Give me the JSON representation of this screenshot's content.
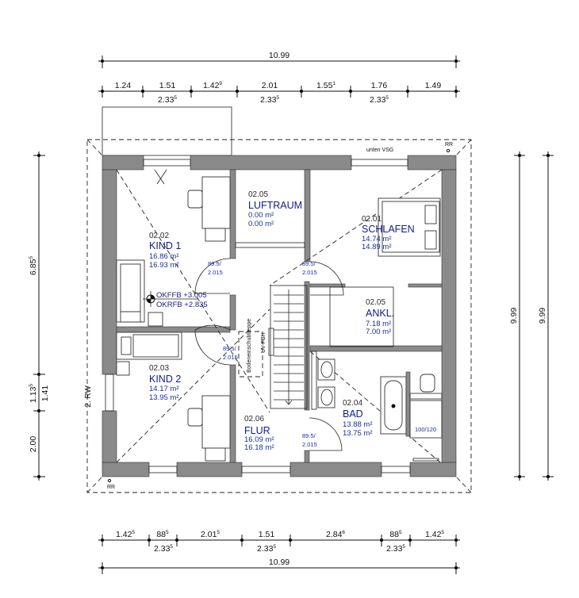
{
  "dimensions": {
    "top_total": "10.99",
    "top_segments": [
      {
        "main": "1.24",
        "sup": ""
      },
      {
        "main": "1.51",
        "sup": ""
      },
      {
        "main": "1.42",
        "sup": "9"
      },
      {
        "main": "2.01",
        "sup": ""
      },
      {
        "main": "1.55",
        "sup": "1"
      },
      {
        "main": "1.76",
        "sup": ""
      },
      {
        "main": "1.49",
        "sup": ""
      }
    ],
    "top_axis": [
      {
        "main": "2.33",
        "sup": "5"
      },
      {
        "main": "2.33",
        "sup": "5"
      },
      {
        "main": "2.33",
        "sup": "5"
      }
    ],
    "bottom_segments": [
      {
        "main": "1.42",
        "sup": "5"
      },
      {
        "main": "88",
        "sup": "5"
      },
      {
        "main": "2.01",
        "sup": "5"
      },
      {
        "main": "1.51",
        "sup": ""
      },
      {
        "main": "2.84",
        "sup": "6"
      },
      {
        "main": "88",
        "sup": "5"
      },
      {
        "main": "1.42",
        "sup": "5"
      }
    ],
    "bottom_axis": [
      {
        "main": "2.33",
        "sup": "5"
      },
      {
        "main": "2.33",
        "sup": "5"
      },
      {
        "main": "2.33",
        "sup": "5"
      }
    ],
    "bottom_total": "10.99",
    "left_segments": [
      {
        "main": "6.85",
        "sup": "5"
      },
      {
        "main": "1.13",
        "sup": "5"
      },
      {
        "main": "2.00",
        "sup": ""
      }
    ],
    "left_window": "1.41",
    "right_1": "9.99",
    "right_2": "9.99"
  },
  "rooms": {
    "kind1": {
      "number": "02.02",
      "name": "KIND 1",
      "area_1": "16.86 m²",
      "area_2": "16.93 m²"
    },
    "luftraum": {
      "number": "02.05",
      "name": "LUFTRAUM",
      "area_1": "0.00 m²",
      "area_2": "0.00 m²"
    },
    "schlafen": {
      "number": "02.01",
      "name": "SCHLAFEN",
      "area_1": "14.74 m²",
      "area_2": "14.89 m²"
    },
    "ankl": {
      "number": "02.05",
      "name": "ANKL.",
      "area_1": "7.18 m²",
      "area_2": "7.00 m²"
    },
    "kind2": {
      "number": "02.03",
      "name": "KIND 2",
      "area_1": "14.17 m²",
      "area_2": "13.95 m²"
    },
    "flur": {
      "number": "02.06",
      "name": "FLUR",
      "area_1": "16.09 m²",
      "area_2": "16.18 m²"
    },
    "bad": {
      "number": "02.04",
      "name": "BAD",
      "area_1": "13.88 m²",
      "area_2": "13.75 m²"
    }
  },
  "doors": [
    {
      "width": "89.5/",
      "height": "2.015"
    },
    {
      "width": "89.5/",
      "height": "2.015"
    },
    {
      "width": "89.5/",
      "height": "2.015"
    },
    {
      "width": "89.5/",
      "height": "2.015"
    }
  ],
  "annotations": {
    "okffb": "OKFFB +3.005",
    "okrfb": "OKRFB +2.835",
    "window_note": "unten VSG",
    "rr_top": "RR",
    "rr_bottom": "RR",
    "roof_edge": "2. RW",
    "shower": "100/120",
    "attic_ladder": "Bodeneinschubtreppe",
    "distributor": "UV-FBH"
  },
  "colors": {
    "wall": "#8a8a8a",
    "room_name": "#101e80",
    "room_area": "#1a2f9a"
  }
}
